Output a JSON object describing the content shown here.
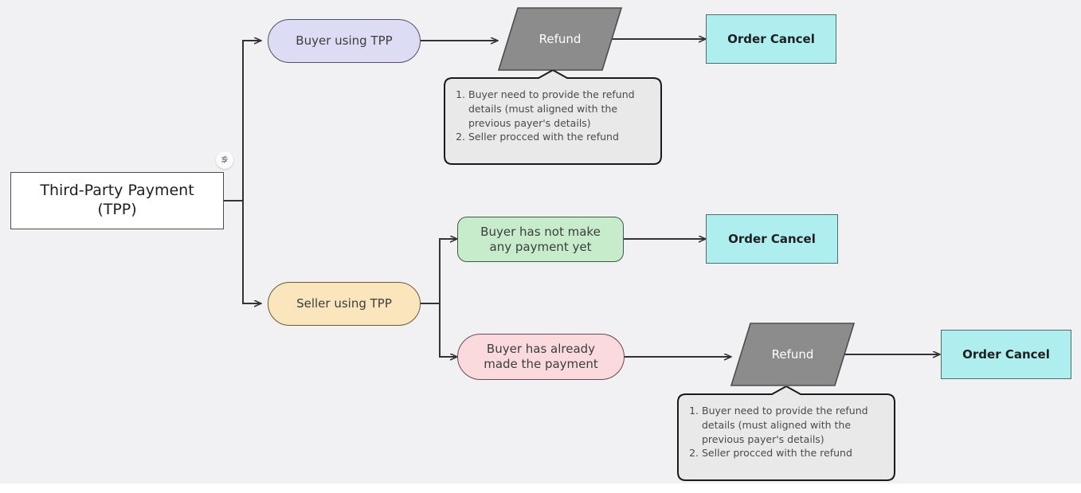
{
  "diagram": {
    "title": "Third-Party Payment (TPP) refund / order cancellation flow",
    "background": "#f1f1f3",
    "colors": {
      "lavender": "#dcdcf5",
      "green": "#c7eccb",
      "yellow": "#fae5bd",
      "pink": "#fadadd",
      "cyan": "#aeeeee",
      "gray": "#8c8c8c",
      "note": "#e9e9e9",
      "stroke": "#4d4d4d"
    },
    "nodes": {
      "root": {
        "label_line1": "Third-Party Payment",
        "label_line2": "(TPP)"
      },
      "buyer_tpp": {
        "label": "Buyer using TPP"
      },
      "seller_tpp": {
        "label": "Seller using TPP"
      },
      "no_payment": {
        "label_line1": "Buyer has not make",
        "label_line2": "any payment yet"
      },
      "already_paid": {
        "label_line1": "Buyer has already",
        "label_line2": "made the payment"
      },
      "refund_top": {
        "label": "Refund"
      },
      "refund_bottom": {
        "label": "Refund"
      },
      "order_cancel_1": {
        "label": "Order Cancel"
      },
      "order_cancel_2": {
        "label": "Order Cancel"
      },
      "order_cancel_3": {
        "label": "Order Cancel"
      }
    },
    "notes": {
      "top": {
        "items": [
          "Buyer need to provide the refund details (must aligned with the previous payer's details)",
          "Seller procced with the refund"
        ]
      },
      "bottom": {
        "items": [
          "Buyer need to provide the refund details (must aligned with the previous payer's details)",
          "Seller procced with the refund"
        ]
      }
    },
    "badge": {
      "icon": "link-badge-icon"
    }
  }
}
